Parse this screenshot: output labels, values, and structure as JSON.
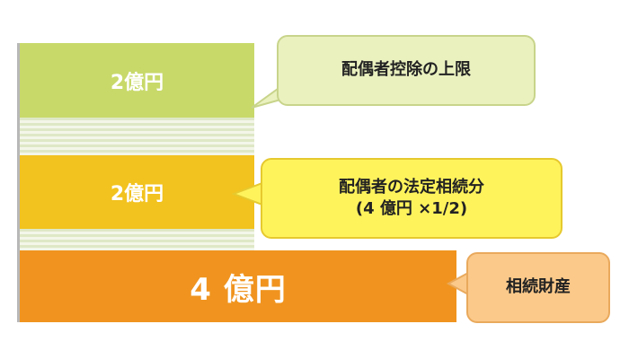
{
  "blocks": {
    "top_label": "2億円",
    "middle_label": "2億円",
    "base_label": "4 億円"
  },
  "callouts": {
    "spouse_deduction_limit": "配偶者控除の上限",
    "spouse_legal_share_line1": "配偶者の法定相続分",
    "spouse_legal_share_line2": "(4 億円 ×1/2)",
    "inherited_assets": "相続財産"
  },
  "colors": {
    "top_block": "#c8d96a",
    "middle_block": "#f2c21e",
    "base_block": "#f0941f",
    "callout_top": "#eaf1bf",
    "callout_middle": "#fff35c",
    "callout_base": "#fbc98a"
  }
}
